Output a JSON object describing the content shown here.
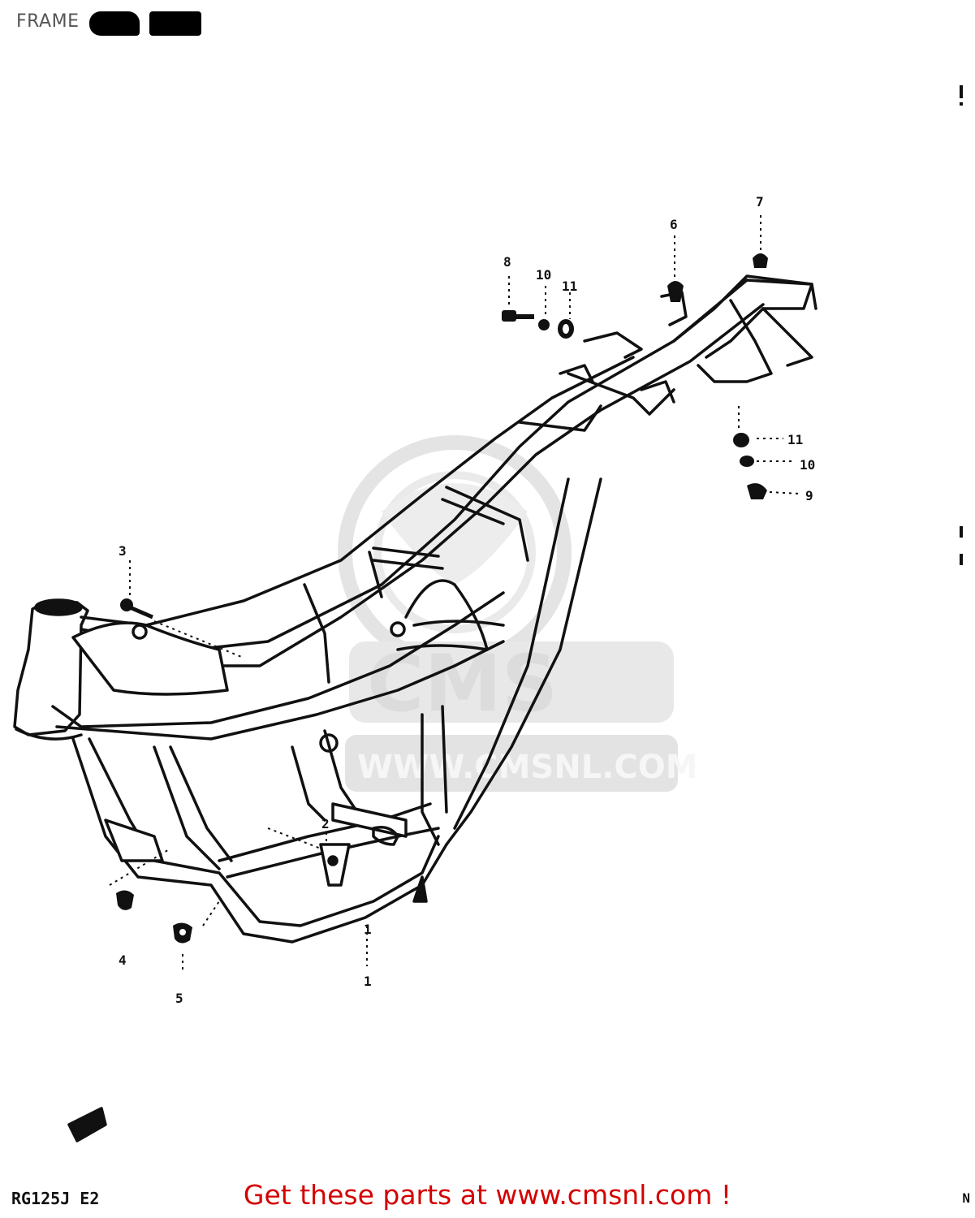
{
  "diagram": {
    "title": "FRAME",
    "model_code": "RG125J E2",
    "page_ref": "N",
    "callouts": [
      {
        "id": "c1a",
        "label": "1"
      },
      {
        "id": "c1b",
        "label": "1"
      },
      {
        "id": "c2",
        "label": "2"
      },
      {
        "id": "c3",
        "label": "3"
      },
      {
        "id": "c4",
        "label": "4"
      },
      {
        "id": "c5",
        "label": "5"
      },
      {
        "id": "c6",
        "label": "6"
      },
      {
        "id": "c7",
        "label": "7"
      },
      {
        "id": "c8",
        "label": "8"
      },
      {
        "id": "c9",
        "label": "9"
      },
      {
        "id": "c10a",
        "label": "10"
      },
      {
        "id": "c10b",
        "label": "10"
      },
      {
        "id": "c11a",
        "label": "11"
      },
      {
        "id": "c11b",
        "label": "11"
      }
    ],
    "watermark": {
      "brand": "CMS",
      "url": "WWW.CMSNL.COM"
    }
  },
  "footer": {
    "link_text": "Get these parts at www.cmsnl.com !",
    "link_color": "#d40000"
  }
}
